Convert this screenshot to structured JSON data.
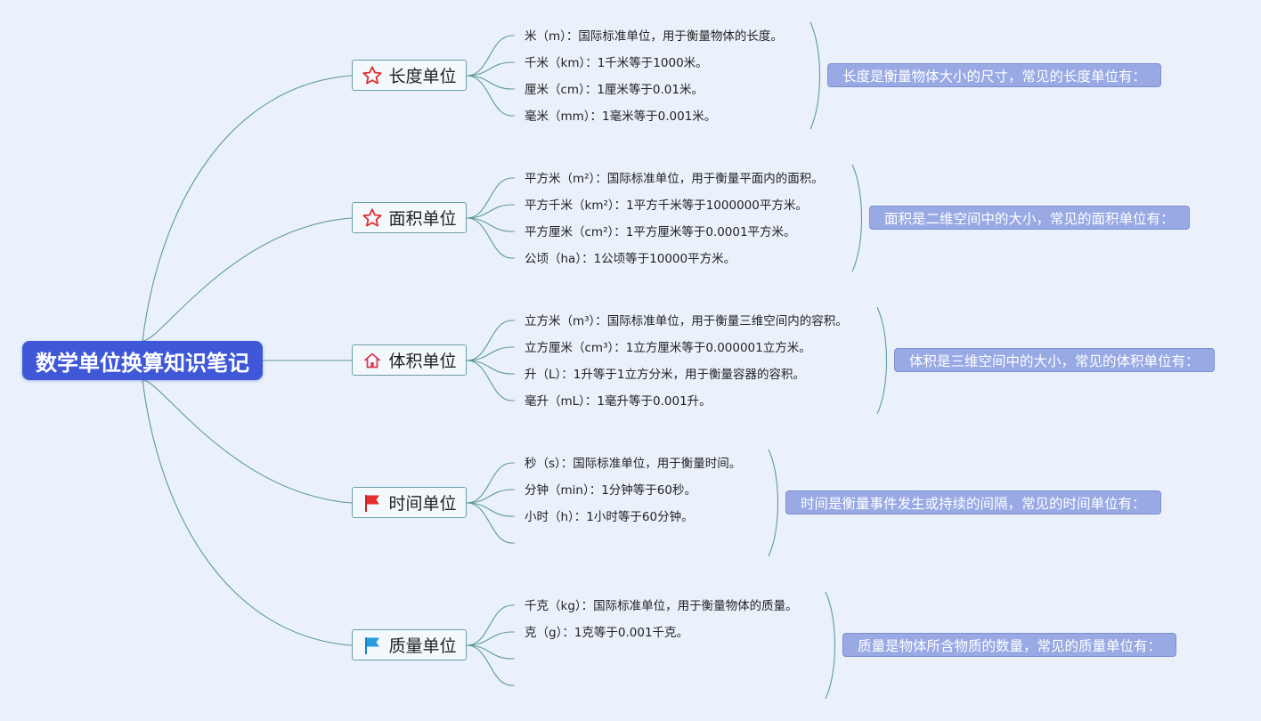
{
  "root": {
    "title": "数学单位换算知识笔记"
  },
  "branches": [
    {
      "label": "长度单位",
      "icon": "star-outline-icon",
      "summary": "长度是衡量物体大小的尺寸，常见的长度单位有：",
      "items": [
        "米（m）：国际标准单位，用于衡量物体的长度。",
        "千米（km）：1千米等于1000米。",
        "厘米（cm）：1厘米等于0.01米。",
        "毫米（mm）：1毫米等于0.001米。"
      ]
    },
    {
      "label": "面积单位",
      "icon": "star-outline-icon",
      "summary": "面积是二维空间中的大小，常见的面积单位有：",
      "items": [
        "平方米（m²）：国际标准单位，用于衡量平面内的面积。",
        "平方千米（km²）：1平方千米等于1000000平方米。",
        "平方厘米（cm²）：1平方厘米等于0.0001平方米。",
        "公顷（ha）：1公顷等于10000平方米。"
      ]
    },
    {
      "label": "体积单位",
      "icon": "home-icon",
      "summary": "体积是三维空间中的大小，常见的体积单位有：",
      "items": [
        "立方米（m³）：国际标准单位，用于衡量三维空间内的容积。",
        "立方厘米（cm³）：1立方厘米等于0.000001立方米。",
        "升（L）：1升等于1立方分米，用于衡量容器的容积。",
        "毫升（mL）：1毫升等于0.001升。"
      ]
    },
    {
      "label": "时间单位",
      "icon": "red-flag-icon",
      "summary": "时间是衡量事件发生或持续的间隔，常见的时间单位有：",
      "items": [
        "秒（s）：国际标准单位，用于衡量时间。",
        "分钟（min）：1分钟等于60秒。",
        "小时（h）：1小时等于60分钟。",
        ""
      ]
    },
    {
      "label": "质量单位",
      "icon": "blue-flag-icon",
      "summary": "质量是物体所含物质的数量，常见的质量单位有：",
      "items": [
        "千克（kg）：国际标准单位，用于衡量物体的质量。",
        "克（g）：1克等于0.001千克。",
        "",
        ""
      ]
    }
  ],
  "colors": {
    "background": "#eaf1fb",
    "root": "#3f58d8",
    "connector": "#5f9a9c",
    "summary": "#98a9e4"
  }
}
